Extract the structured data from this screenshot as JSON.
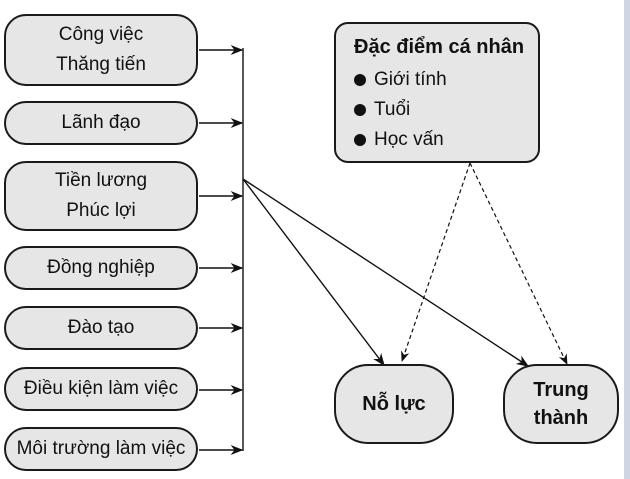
{
  "factors": [
    {
      "lines": [
        "Công việc",
        "Thăng tiến"
      ]
    },
    {
      "lines": [
        "Lãnh đạo"
      ]
    },
    {
      "lines": [
        "Tiền lương",
        "Phúc lợi"
      ]
    },
    {
      "lines": [
        "Đồng nghiệp"
      ]
    },
    {
      "lines": [
        "Đào tạo"
      ]
    },
    {
      "lines": [
        "Điều kiện làm việc"
      ]
    },
    {
      "lines": [
        "Môi trường làm việc"
      ]
    }
  ],
  "personal": {
    "title": "Đặc điểm cá nhân",
    "items": [
      "Giới tính",
      "Tuổi",
      "Học vấn"
    ]
  },
  "outcomes": [
    {
      "lines": [
        "Nỗ lực"
      ]
    },
    {
      "lines": [
        "Trung",
        "thành"
      ]
    }
  ]
}
